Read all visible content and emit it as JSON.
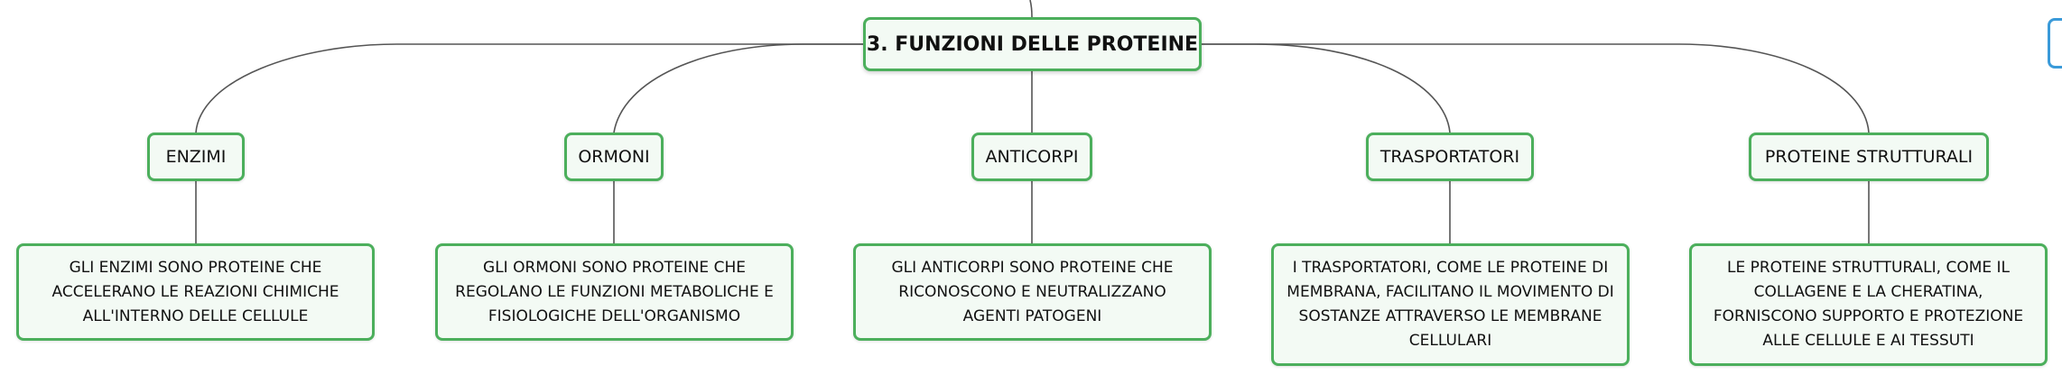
{
  "root": {
    "title": "3. FUNZIONI DELLE PROTEINE"
  },
  "branches": [
    {
      "label": "ENZIMI",
      "description": "GLI ENZIMI SONO PROTEINE CHE ACCELERANO LE REAZIONI CHIMICHE ALL'INTERNO DELLE CELLULE"
    },
    {
      "label": "ORMONI",
      "description": "GLI ORMONI SONO PROTEINE CHE REGOLANO LE FUNZIONI METABOLICHE E FISIOLOGICHE DELL'ORGANISMO"
    },
    {
      "label": "ANTICORPI",
      "description": "GLI ANTICORPI SONO PROTEINE CHE RICONOSCONO E NEUTRALIZZANO AGENTI PATOGENI"
    },
    {
      "label": "TRASPORTATORI",
      "description": "I TRASPORTATORI, COME LE PROTEINE DI MEMBRANA, FACILITANO IL MOVIMENTO DI SOSTANZE ATTRAVERSO LE MEMBRANE CELLULARI"
    },
    {
      "label": "PROTEINE STRUTTURALI",
      "description": "LE PROTEINE STRUTTURALI, COME IL COLLAGENE E LA CHERATINA, FORNISCONO SUPPORTO E PROTEZIONE ALLE CELLULE E AI TESSUTI"
    }
  ],
  "colors": {
    "node_border": "#4caf5c",
    "node_fill": "#f3faf4",
    "connector": "#555555",
    "offscreen_node_border": "#3a9ad9"
  }
}
